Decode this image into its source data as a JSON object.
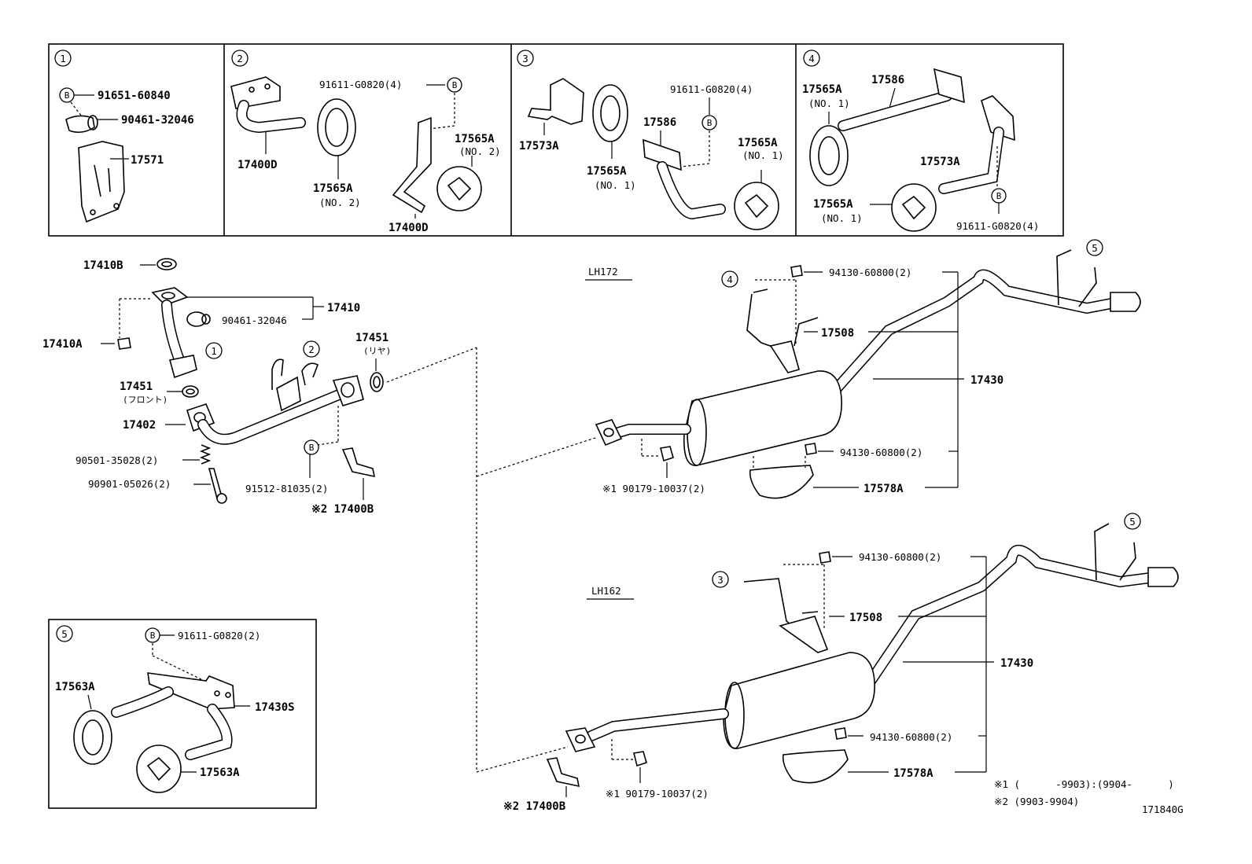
{
  "labels": {
    "sub1": {
      "num": "1",
      "b_symbol": "B",
      "bolt": "91651-60840",
      "clamp": "90461-32046",
      "bracket": "17571"
    },
    "sub2": {
      "num": "2",
      "b_symbol": "B",
      "bolt": "91611-G0820(4)",
      "pipe_bracket": "17400D",
      "hanger": "17565A",
      "hanger_note": "(NO. 2)",
      "hanger2": "17565A",
      "hanger2_note": "(NO. 2)",
      "bracket2": "17400D"
    },
    "sub3": {
      "num": "3",
      "b_symbol": "B",
      "bolt": "91611-G0820(4)",
      "bracket": "17573A",
      "hanger": "17565A",
      "hanger_note": "(NO. 1)",
      "support": "17586",
      "hanger2": "17565A",
      "hanger2_note": "(NO. 1)"
    },
    "sub4": {
      "num": "4",
      "b_symbol": "B",
      "hanger": "17565A",
      "hanger_note": "(NO. 1)",
      "support": "17586",
      "bracket": "17573A",
      "hanger2": "17565A",
      "hanger2_note": "(NO. 1)",
      "bolt": "91611-G0820(4)"
    },
    "sub5": {
      "num": "5",
      "b_symbol": "B",
      "bolt": "91611-G0820(2)",
      "hanger": "17563A",
      "tail": "17430S",
      "hanger2": "17563A"
    },
    "front": {
      "gasket_b": "17410B",
      "pipe": "17410",
      "clamp": "90461-32046",
      "nut_a": "17410A",
      "num1": "1",
      "num2": "2",
      "gasket_rear": "17451",
      "gasket_rear_note": "(リヤ)",
      "gasket_front": "17451",
      "gasket_front_note": "(フロント)",
      "center_pipe": "17402",
      "spring": "90501-35028(2)",
      "bolt": "90901-05026(2)",
      "b_symbol": "B",
      "bolt_b": "91512-81035(2)",
      "bracket_b": "※2 17400B"
    },
    "lh172": {
      "model": "LH172",
      "num4": "4",
      "num5": "5",
      "nut_top": "94130-60800(2)",
      "bracket": "17508",
      "muffler": "17430",
      "nut_bottom": "94130-60800(2)",
      "nut_front": "※1 90179-10037(2)",
      "protector": "17578A"
    },
    "lh162": {
      "model": "LH162",
      "num3": "3",
      "num5": "5",
      "nut_top": "94130-60800(2)",
      "bracket": "17508",
      "muffler": "17430",
      "nut_bottom": "94130-60800(2)",
      "nut_front": "※1 90179-10037(2)",
      "protector": "17578A",
      "bracket_b": "※2 17400B"
    },
    "notes": {
      "note1": "※1 (      -9903):(9904-      )",
      "note2": "※2 (9903-9904)",
      "figure_id": "171840G"
    }
  }
}
